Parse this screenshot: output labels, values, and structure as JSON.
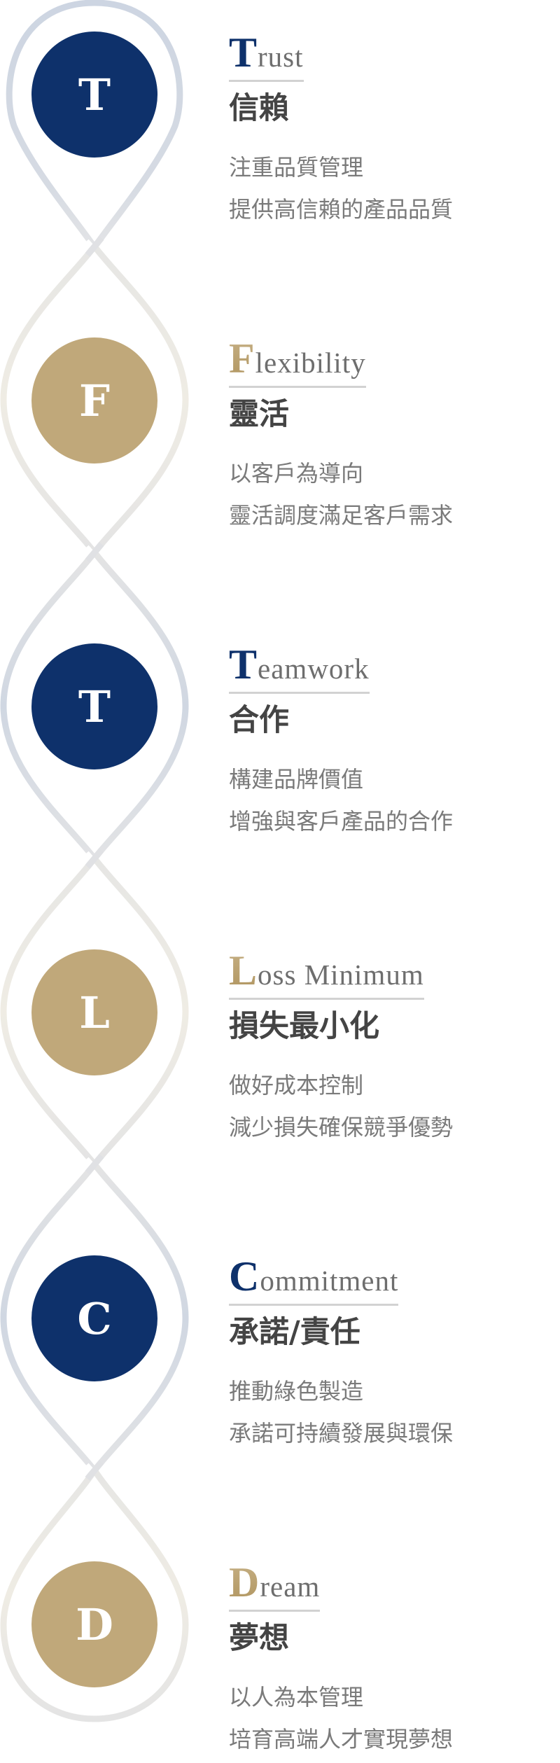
{
  "colors": {
    "navy": "#0e316b",
    "gold": "#c0a87a",
    "ring_navy": "#d0d7e2",
    "ring_gold": "#eeebe3",
    "heading": "#444444",
    "body_text": "#7a7a7a",
    "divider": "#d2d2d2"
  },
  "items": [
    {
      "letter": "T",
      "title_rest": "rust",
      "heading": "信賴",
      "lines": [
        "注重品質管理",
        "提供高信賴的產品品質"
      ],
      "theme": "navy"
    },
    {
      "letter": "F",
      "title_rest": "lexibility",
      "heading": "靈活",
      "lines": [
        "以客戶為導向",
        "靈活調度滿足客戶需求"
      ],
      "theme": "gold"
    },
    {
      "letter": "T",
      "title_rest": "eamwork",
      "heading": "合作",
      "lines": [
        "構建品牌價值",
        "增強與客戶產品的合作"
      ],
      "theme": "navy"
    },
    {
      "letter": "L",
      "title_rest": "oss Minimum",
      "heading": "損失最小化",
      "lines": [
        "做好成本控制",
        "減少損失確保競爭優勢"
      ],
      "theme": "gold"
    },
    {
      "letter": "C",
      "title_rest": "ommitment",
      "heading": "承諾/責任",
      "lines": [
        "推動綠色製造",
        "承諾可持續發展與環保"
      ],
      "theme": "navy"
    },
    {
      "letter": "D",
      "title_rest": "ream",
      "heading": "夢想",
      "lines": [
        "以人為本管理",
        "培育高端人才實現夢想"
      ],
      "theme": "gold"
    }
  ]
}
